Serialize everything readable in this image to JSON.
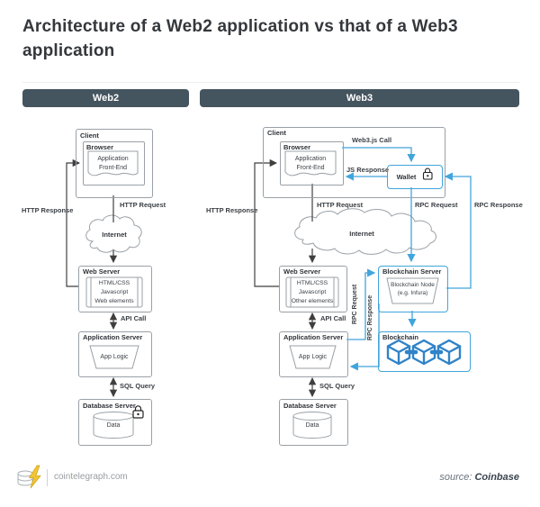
{
  "title": "Architecture of a Web2 application vs that of a Web3 application",
  "headers": {
    "web2": "Web2",
    "web3": "Web3"
  },
  "colors": {
    "header_bg": "#45555f",
    "accent_blue": "#41a5dc",
    "line_dark": "#3f3f3f",
    "box_border": "#9aa0a6",
    "cube_blue": "#3083c8",
    "lightning_yellow": "#f3c535"
  },
  "web2": {
    "client": "Client",
    "browser": "Browser",
    "app_frontend": "Application\nFront-End",
    "http_request": "HTTP Request",
    "http_response": "HTTP Response",
    "internet": "Internet",
    "web_server": "Web Server",
    "web_server_contents": "HTML/CSS\nJavascript\nWeb elements",
    "api_call": "API Call",
    "application_server": "Application Server",
    "app_logic": "App Logic",
    "sql_query": "SQL Query",
    "database_server": "Database Server",
    "data": "Data"
  },
  "web3": {
    "client": "Client",
    "browser": "Browser",
    "app_frontend": "Application\nFront-End",
    "web3js_call": "Web3.js Call",
    "js_response": "JS Response",
    "wallet": "Wallet",
    "http_request": "HTTP Request",
    "http_response": "HTTP Response",
    "rpc_request": "RPC Request",
    "rpc_response": "RPC Response",
    "internet": "Internet",
    "web_server": "Web Server",
    "web_server_contents": "HTML/CSS\nJavascript\nOther elements",
    "api_call": "API Call",
    "blockchain_server": "Blockchain Server",
    "blockchain_node": "Blockchain Node\n(e.g. Infura)",
    "application_server": "Application Server",
    "app_logic": "App Logic",
    "rpc_request_vertical": "RPC Request",
    "rpc_response_vertical": "RPC Response",
    "sql_query": "SQL Query",
    "database_server": "Database Server",
    "data": "Data",
    "blockchain": "Blockchain"
  },
  "footer": {
    "site": "cointelegraph.com",
    "source_label": "source:",
    "source_value": "Coinbase"
  },
  "icons": {
    "wallet_lock": "lock-icon",
    "database_lock": "lock-icon",
    "blockchain_chain": "cube-chain-icon",
    "logo": "cointelegraph-logo"
  }
}
